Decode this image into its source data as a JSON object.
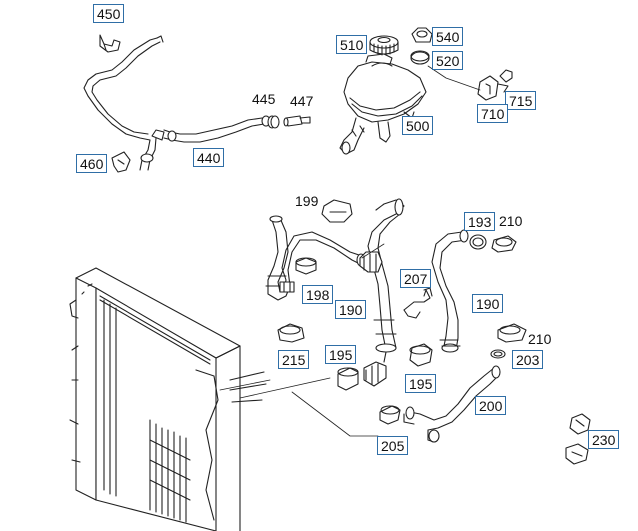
{
  "parts": [
    {
      "key": "p450",
      "number": "450",
      "boxed": true
    },
    {
      "key": "p510",
      "number": "510",
      "boxed": true
    },
    {
      "key": "p540",
      "number": "540",
      "boxed": true
    },
    {
      "key": "p520",
      "number": "520",
      "boxed": true
    },
    {
      "key": "p445",
      "number": "445",
      "boxed": false
    },
    {
      "key": "p447",
      "number": "447",
      "boxed": false
    },
    {
      "key": "p715",
      "number": "715",
      "boxed": true
    },
    {
      "key": "p710",
      "number": "710",
      "boxed": true
    },
    {
      "key": "p500",
      "number": "500",
      "boxed": true
    },
    {
      "key": "p460",
      "number": "460",
      "boxed": true
    },
    {
      "key": "p440",
      "number": "440",
      "boxed": true
    },
    {
      "key": "p199",
      "number": "199",
      "boxed": false
    },
    {
      "key": "p193",
      "number": "193",
      "boxed": true
    },
    {
      "key": "p210a",
      "number": "210",
      "boxed": false
    },
    {
      "key": "p207",
      "number": "207",
      "boxed": true
    },
    {
      "key": "p198",
      "number": "198",
      "boxed": true
    },
    {
      "key": "p190a",
      "number": "190",
      "boxed": true
    },
    {
      "key": "p190b",
      "number": "190",
      "boxed": true
    },
    {
      "key": "p210b",
      "number": "210",
      "boxed": false
    },
    {
      "key": "p215",
      "number": "215",
      "boxed": true
    },
    {
      "key": "p195a",
      "number": "195",
      "boxed": true
    },
    {
      "key": "p203",
      "number": "203",
      "boxed": true
    },
    {
      "key": "p195b",
      "number": "195",
      "boxed": true
    },
    {
      "key": "p200",
      "number": "200",
      "boxed": true
    },
    {
      "key": "p205",
      "number": "205",
      "boxed": true
    },
    {
      "key": "p230",
      "number": "230",
      "boxed": true
    }
  ],
  "colors": {
    "line": "#222222",
    "callout_border": "#2f6ea6",
    "background": "#ffffff"
  }
}
